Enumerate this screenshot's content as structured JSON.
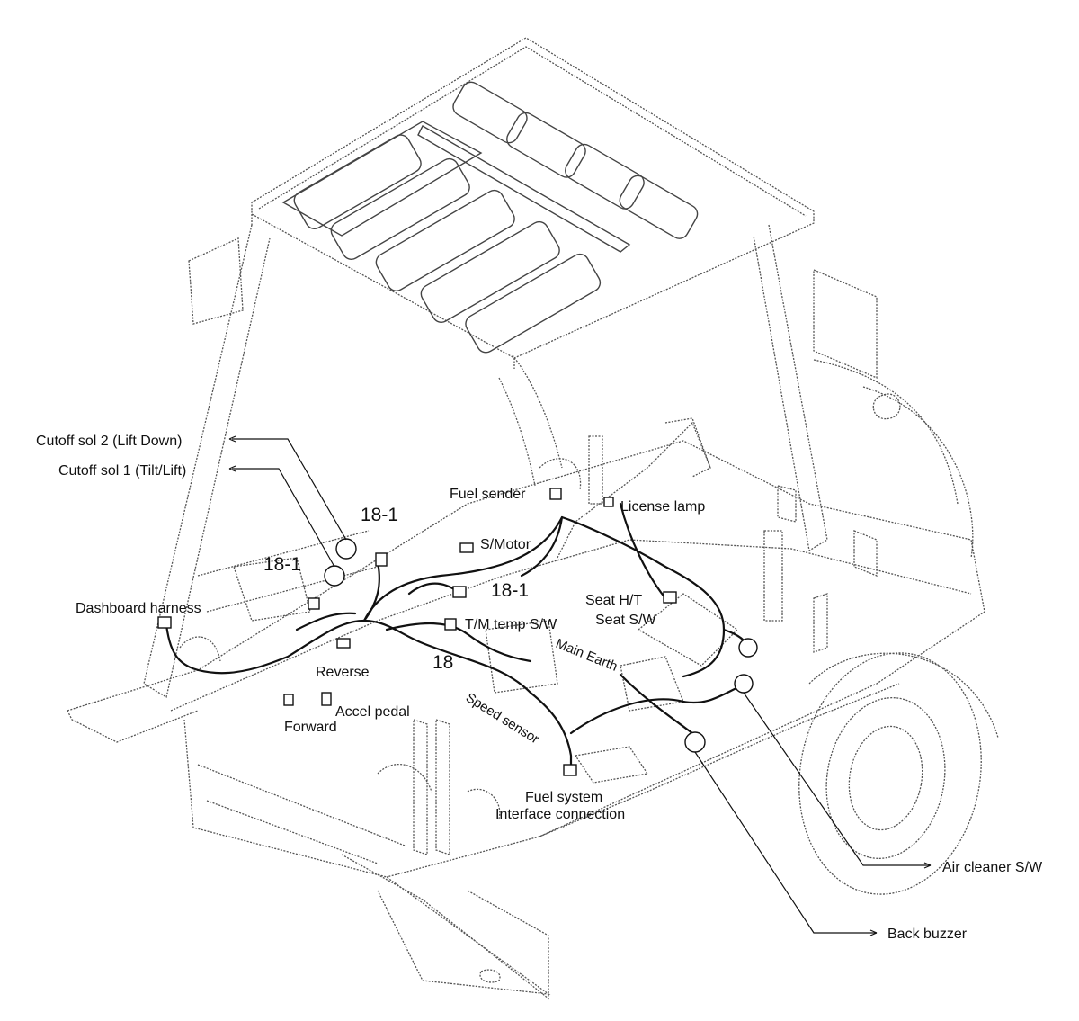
{
  "labels": {
    "cutoff_sol_2": "Cutoff sol 2 (Lift Down)",
    "cutoff_sol_1": "Cutoff sol 1 (Tilt/Lift)",
    "dashboard_harness": "Dashboard harness",
    "ref_18_1_a": "18-1",
    "ref_18_1_b": "18-1",
    "ref_18_1_c": "18-1",
    "ref_18": "18",
    "fuel_sender": "Fuel sender",
    "license_lamp": "License lamp",
    "s_motor": "S/Motor",
    "seat_ht": "Seat H/T",
    "seat_sw": "Seat S/W",
    "tm_temp_sw": "T/M temp S/W",
    "main_earth": "Main Earth",
    "reverse": "Reverse",
    "accel_pedal": "Accel pedal",
    "forward": "Forward",
    "speed_sensor": "Speed sensor",
    "fuel_system": "Fuel system",
    "interface_connection": "Interface connection",
    "air_cleaner_sw": "Air cleaner S/W",
    "back_buzzer": "Back buzzer"
  }
}
